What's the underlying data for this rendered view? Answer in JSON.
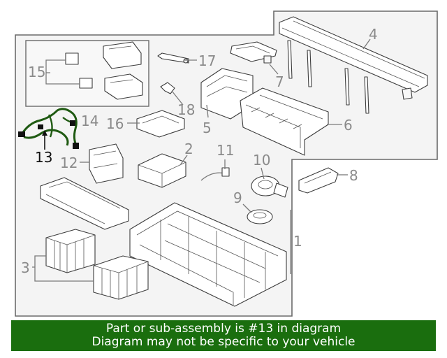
{
  "callouts": {
    "c1": "1",
    "c2": "2",
    "c3": "3",
    "c4": "4",
    "c5": "5",
    "c6": "6",
    "c7": "7",
    "c8": "8",
    "c9": "9",
    "c10": "10",
    "c11": "11",
    "c12": "12",
    "c13": "13",
    "c14": "14",
    "c15": "15",
    "c16": "16",
    "c17": "17",
    "c18": "18"
  },
  "highlight_part": "13",
  "colors": {
    "banner_bg": "#1a6e0e",
    "highlight": "#111111",
    "wire_harness": "#1f5a12"
  },
  "banner": {
    "line1": "Part or sub-assembly is #13 in diagram",
    "line2": "Diagram may not be specific to your vehicle"
  }
}
